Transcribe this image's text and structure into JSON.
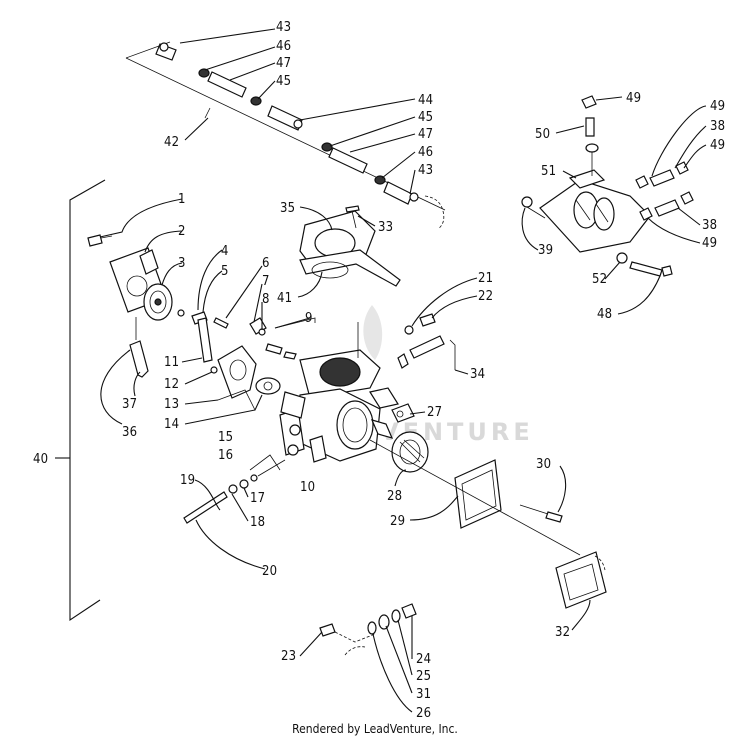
{
  "labels": {
    "l1": "1",
    "l2": "2",
    "l3": "3",
    "l4": "4",
    "l5": "5",
    "l6": "6",
    "l7": "7",
    "l8": "8",
    "l9": "9",
    "l10": "10",
    "l11": "11",
    "l12": "12",
    "l13": "13",
    "l14": "14",
    "l15": "15",
    "l16": "16",
    "l17": "17",
    "l18": "18",
    "l19": "19",
    "l20": "20",
    "l21": "21",
    "l22": "22",
    "l23": "23",
    "l24": "24",
    "l25": "25",
    "l26": "26",
    "l27": "27",
    "l28": "28",
    "l29": "29",
    "l30": "30",
    "l31": "31",
    "l32": "32",
    "l33": "33",
    "l34": "34",
    "l35": "35",
    "l36": "36",
    "l37": "37",
    "l38a": "38",
    "l38b": "38",
    "l39": "39",
    "l40": "40",
    "l41": "41",
    "l42": "42",
    "l43a": "43",
    "l43b": "43",
    "l44": "44",
    "l45a": "45",
    "l45b": "45",
    "l46a": "46",
    "l46b": "46",
    "l47a": "47",
    "l47b": "47",
    "l48": "48",
    "l49a": "49",
    "l49b": "49",
    "l49c": "49",
    "l49d": "49",
    "l50": "50",
    "l51": "51",
    "l52": "52"
  },
  "watermark": "VENTURE",
  "footer": "Rendered by LeadVenture, Inc."
}
